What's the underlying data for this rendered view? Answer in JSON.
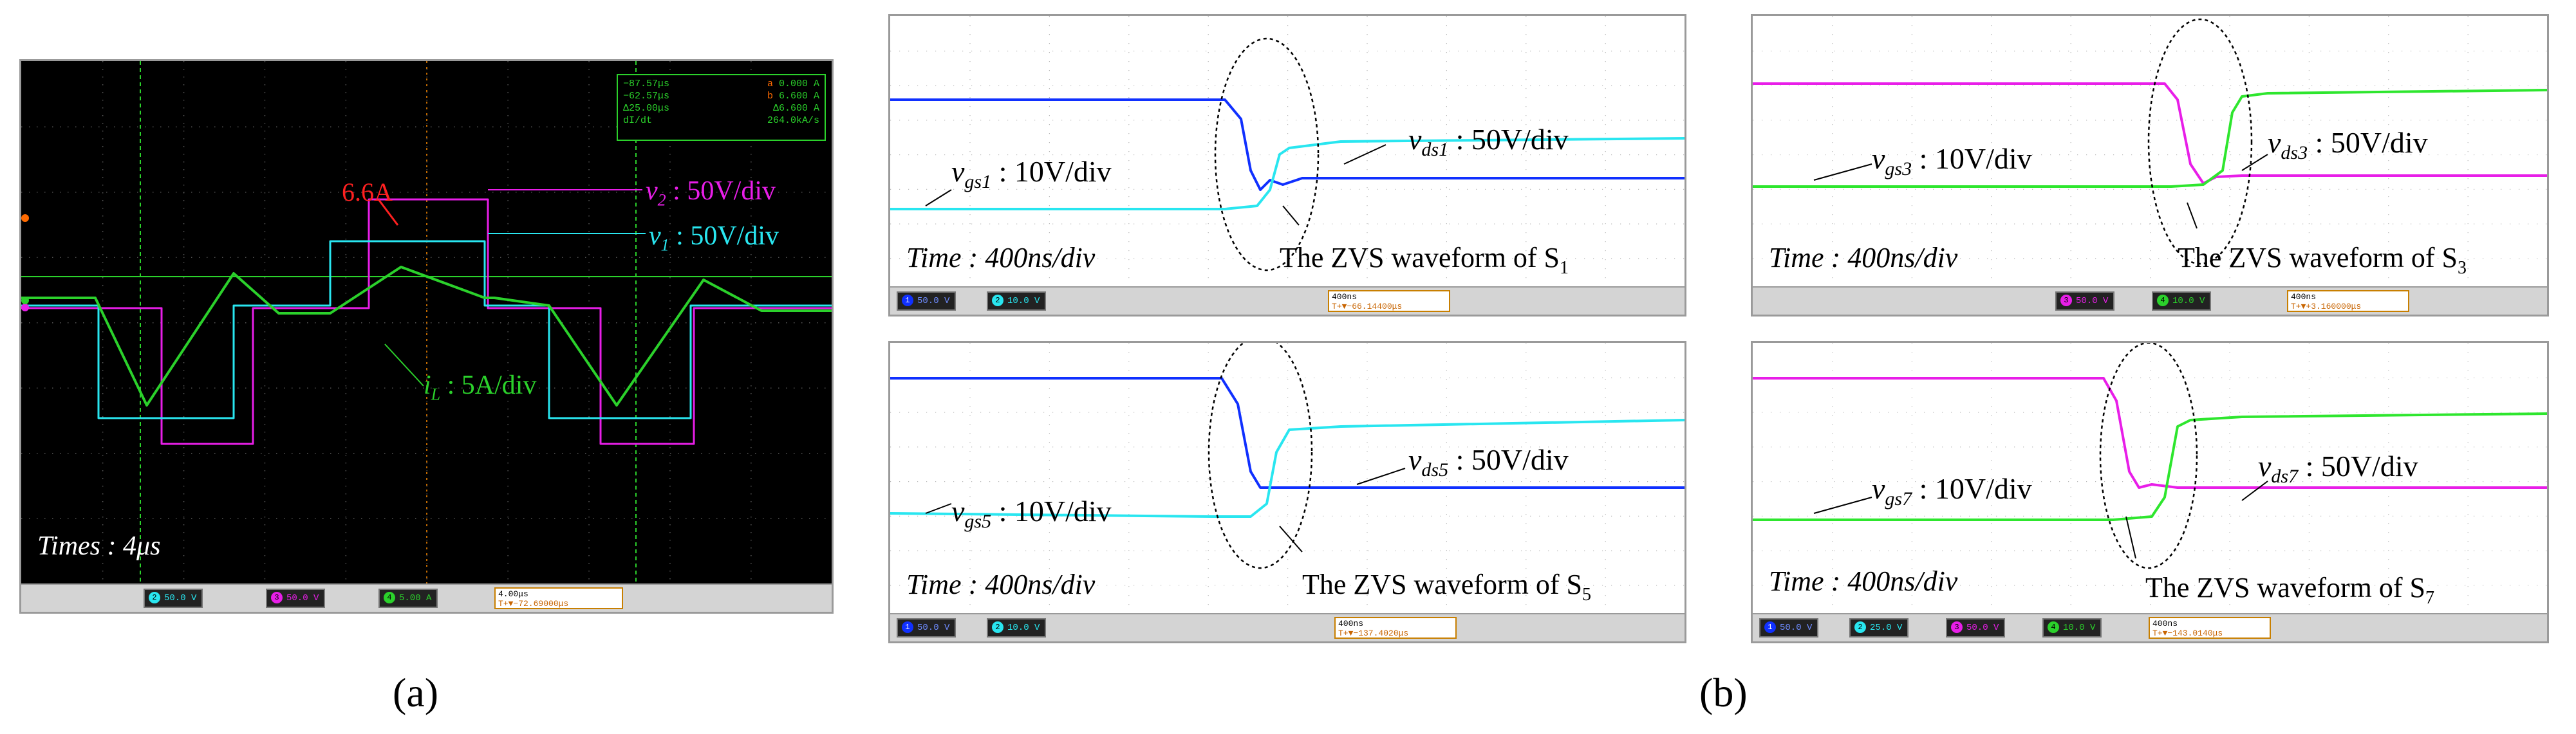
{
  "figure": {
    "label_a": "(a)",
    "label_b": "(b)"
  },
  "colors": {
    "v_gs_cyan": "#29e6f0",
    "v_ds_blue": "#1030ff",
    "v_gs_green": "#2ee62e",
    "v_ds_magenta": "#e81ee8",
    "il_green": "#2bd12b",
    "annot_red": "#ff2020",
    "cursor_orange": "#ff8c00",
    "time_box_border": "#c87f00"
  },
  "panel_a": {
    "annotations": {
      "peak": "6.6A",
      "v2": "v",
      "v2_sub": "2",
      "v2_rest": " : 50V/div",
      "v1": "v",
      "v1_sub": "1",
      "v1_rest": " : 50V/div",
      "il": "i",
      "il_sub": "L",
      "il_rest": " : 5A/div",
      "time": "Times : 4μs"
    },
    "cursor_readout": {
      "row1_left": "−87.57μs",
      "row1_right": "0.000 A",
      "row2_left": "−62.57μs",
      "row2_right": "6.600 A",
      "row3_left": "Δ25.00μs",
      "row3_right": "Δ6.600 A",
      "row4_left": "dI/dt",
      "row4_right": "264.0kA/s",
      "tag_a": "a",
      "tag_b": "b"
    },
    "channels": [
      {
        "num": "2",
        "scale": "50.0 V",
        "color": "#29e6f0"
      },
      {
        "num": "3",
        "scale": "50.0 V",
        "color": "#e81ee8"
      },
      {
        "num": "4",
        "scale": "5.00 A",
        "color": "#2bd12b"
      }
    ],
    "timebase": "4.00μs",
    "trigger": "T+▼−72.69000μs"
  },
  "panels_b": [
    {
      "id": "s1",
      "vgs": "v",
      "vgs_sub": "gs1",
      "vgs_rest": " : 10V/div",
      "vds": "v",
      "vds_sub": "ds1",
      "vds_rest": " : 50V/div",
      "time": "Time : 400ns/div",
      "zvs": "The ZVS waveform of S",
      "zvs_sub": "1",
      "channels": [
        {
          "num": "1",
          "scale": "50.0 V",
          "color": "#1030ff"
        },
        {
          "num": "2",
          "scale": "10.0 V",
          "color": "#29e6f0"
        }
      ],
      "timebase": "400ns",
      "trigger": "T+▼−66.14400μs"
    },
    {
      "id": "s3",
      "vgs": "v",
      "vgs_sub": "gs3",
      "vgs_rest": " : 10V/div",
      "vds": "v",
      "vds_sub": "ds3",
      "vds_rest": " : 50V/div",
      "time": "Time : 400ns/div",
      "zvs": "The ZVS waveform of S",
      "zvs_sub": "3",
      "channels": [
        {
          "num": "3",
          "scale": "50.0 V",
          "color": "#e81ee8"
        },
        {
          "num": "4",
          "scale": "10.0 V",
          "color": "#2bd12b"
        }
      ],
      "timebase": "400ns",
      "trigger": "T+▼+3.160000μs"
    },
    {
      "id": "s5",
      "vgs": "v",
      "vgs_sub": "gs5",
      "vgs_rest": " : 10V/div",
      "vds": "v",
      "vds_sub": "ds5",
      "vds_rest": " : 50V/div",
      "time": "Time : 400ns/div",
      "zvs": "The ZVS waveform of S",
      "zvs_sub": "5",
      "channels": [
        {
          "num": "1",
          "scale": "50.0 V",
          "color": "#1030ff"
        },
        {
          "num": "2",
          "scale": "10.0 V",
          "color": "#29e6f0"
        }
      ],
      "timebase": "400ns",
      "trigger": "T+▼−137.4020μs"
    },
    {
      "id": "s7",
      "vgs": "v",
      "vgs_sub": "gs7",
      "vgs_rest": " : 10V/div",
      "vds": "v",
      "vds_sub": "ds7",
      "vds_rest": " : 50V/div",
      "time": "Time : 400ns/div",
      "zvs": "The ZVS waveform of S",
      "zvs_sub": "7",
      "channels": [
        {
          "num": "1",
          "scale": "50.0 V",
          "color": "#1030ff"
        },
        {
          "num": "2",
          "scale": "25.0 V",
          "color": "#29e6f0"
        },
        {
          "num": "3",
          "scale": "50.0 V",
          "color": "#e81ee8"
        },
        {
          "num": "4",
          "scale": "10.0 V",
          "color": "#2bd12b"
        }
      ],
      "timebase": "400ns",
      "trigger": "T+▼−143.0140μs"
    }
  ],
  "chart_data": [
    {
      "type": "line",
      "title": "",
      "xlabel": "time",
      "ylabel": "",
      "x_unit_per_div": "4μs",
      "series": [
        {
          "name": "v2",
          "unit": "V/div 50",
          "shape": "bipolar square, ±1 level"
        },
        {
          "name": "v1",
          "unit": "V/div 50",
          "shape": "bipolar square, ±1 level"
        },
        {
          "name": "iL",
          "unit": "A/div 5",
          "shape": "triangular, peak 6.6 A"
        }
      ],
      "cursor": {
        "t_a": "−87.57μs",
        "t_b": "−62.57μs",
        "i_a": 0.0,
        "i_b": 6.6,
        "delta_t": "25.00μs",
        "delta_i": 6.6,
        "di_dt": "264.0kA/s"
      }
    },
    {
      "type": "line",
      "title": "",
      "xlabel": "time",
      "x_unit_per_div": "400ns",
      "series": [
        {
          "name": "vgs1",
          "scale": "10V/div"
        },
        {
          "name": "vds1",
          "scale": "50V/div"
        }
      ]
    },
    {
      "type": "line",
      "title": "",
      "xlabel": "time",
      "x_unit_per_div": "400ns",
      "series": [
        {
          "name": "vgs3",
          "scale": "10V/div"
        },
        {
          "name": "vds3",
          "scale": "50V/div"
        }
      ]
    },
    {
      "type": "line",
      "title": "",
      "xlabel": "time",
      "x_unit_per_div": "400ns",
      "series": [
        {
          "name": "vgs5",
          "scale": "10V/div"
        },
        {
          "name": "vds5",
          "scale": "50V/div"
        }
      ]
    },
    {
      "type": "line",
      "title": "",
      "xlabel": "time",
      "x_unit_per_div": "400ns",
      "series": [
        {
          "name": "vgs7",
          "scale": "10V/div"
        },
        {
          "name": "vds7",
          "scale": "50V/div"
        }
      ]
    }
  ]
}
